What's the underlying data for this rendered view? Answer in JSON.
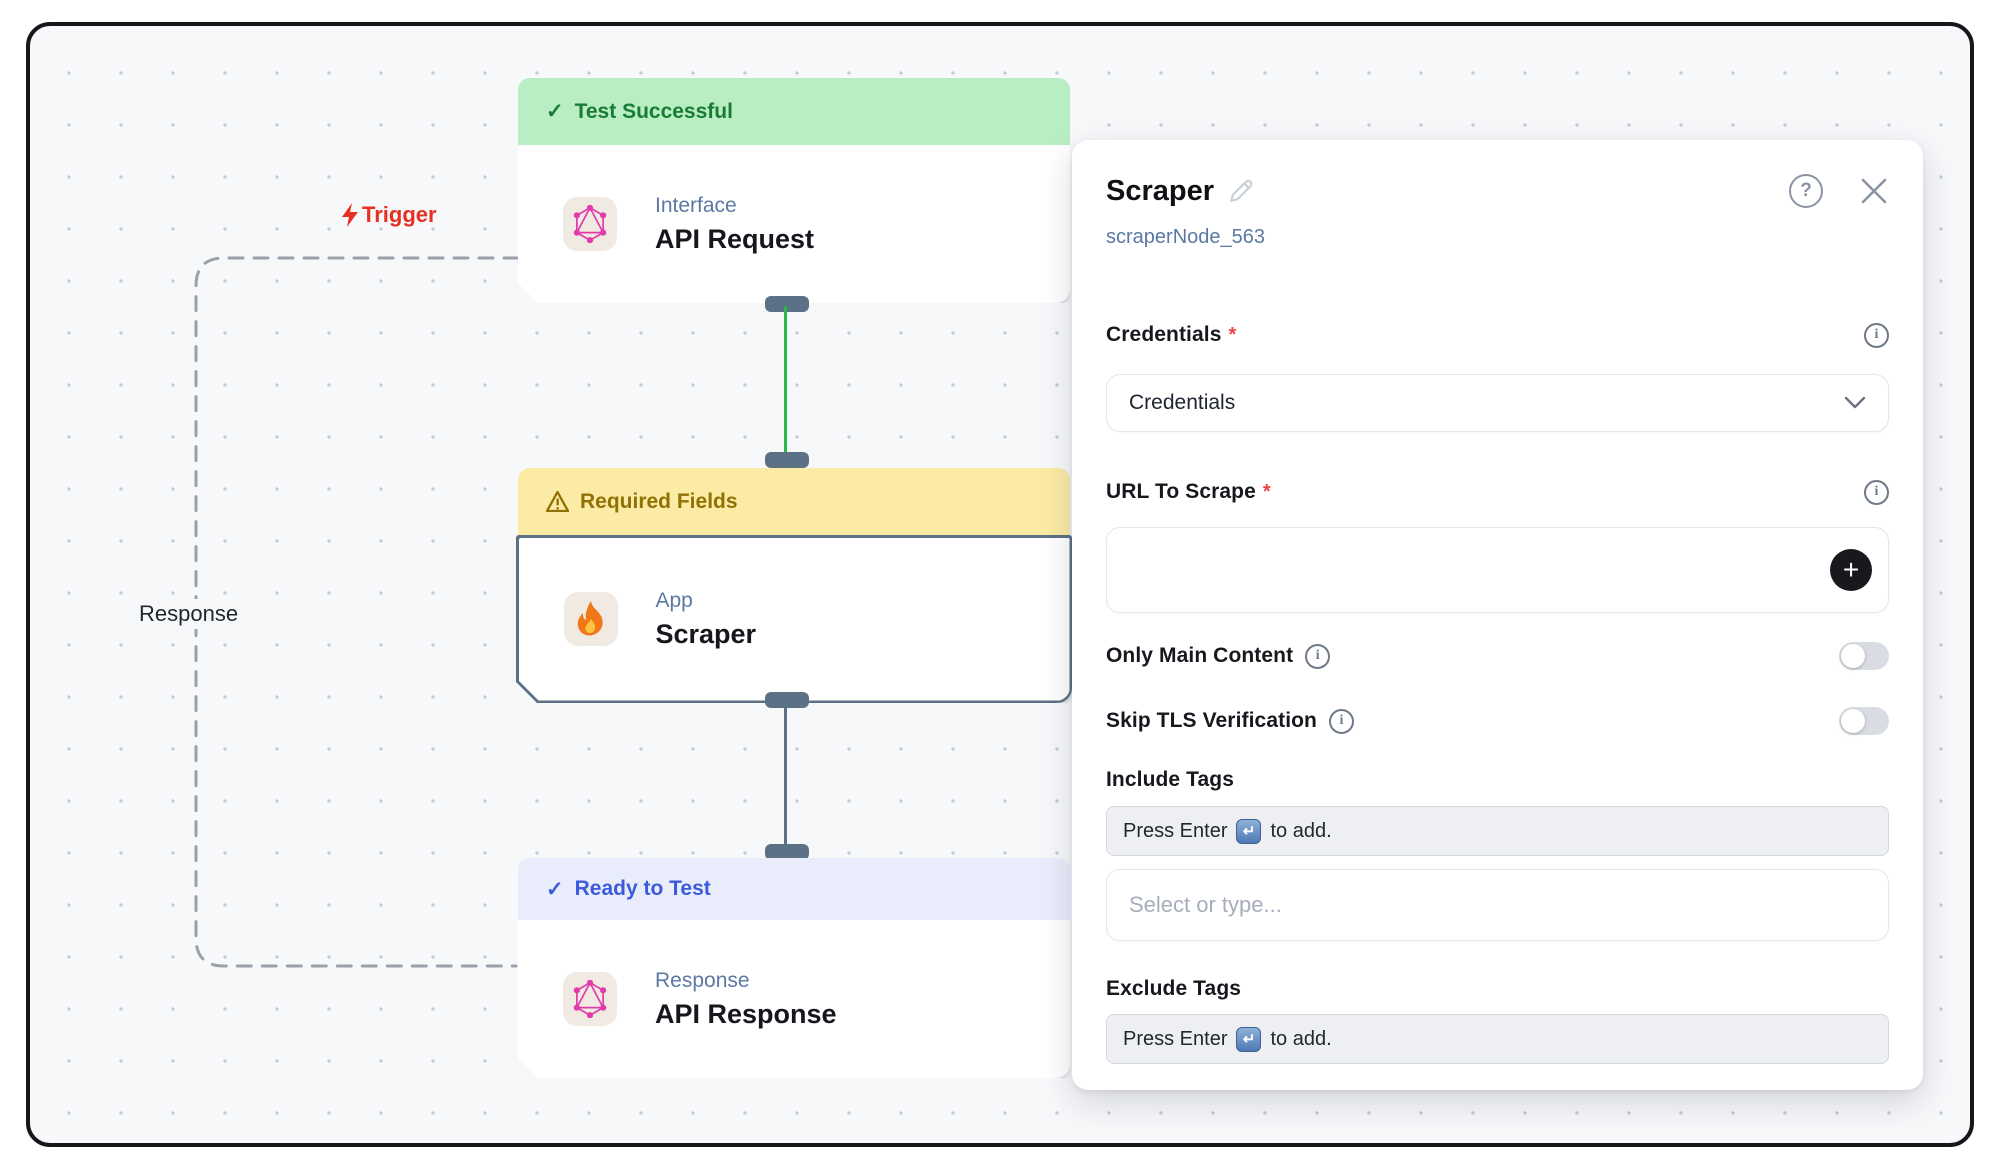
{
  "canvas": {
    "trigger_label": "Trigger",
    "response_label": "Response",
    "check_glyph": "✓",
    "nodes": [
      {
        "status": "Test Successful",
        "type": "Interface",
        "title": "API Request"
      },
      {
        "status": "Required Fields",
        "type": "App",
        "title": "Scraper"
      },
      {
        "status": "Ready to Test",
        "type": "Response",
        "title": "API Response"
      }
    ]
  },
  "panel": {
    "title": "Scraper",
    "node_id": "scraperNode_563",
    "help_glyph": "?",
    "info_glyph": "i",
    "required_marker": "*",
    "credentials_label": "Credentials",
    "credentials_value": "Credentials",
    "url_label": "URL To Scrape",
    "plus_glyph": "+",
    "only_main_label": "Only Main Content",
    "skip_tls_label": "Skip TLS Verification",
    "include_label": "Include Tags",
    "exclude_label": "Exclude Tags",
    "press_enter_prefix": "Press Enter",
    "enter_symbol": "↵",
    "press_enter_suffix": "to add.",
    "select_placeholder": "Select or type..."
  },
  "colors": {
    "green_banner_bg": "#b9edc4",
    "green_banner_text": "#187c34",
    "yellow_banner_bg": "#fbeba5",
    "yellow_banner_text": "#8f7104",
    "blue_banner_bg": "#e9edfb",
    "blue_banner_text": "#3d5ada",
    "trigger_red": "#e63022",
    "node_label_slate": "#5b79a3",
    "connector_green": "#2ab648",
    "connector_slate": "#5d7186",
    "port_slate": "#5d7186",
    "graphql_pink": "#e23cac",
    "required_red": "#ef4444"
  }
}
